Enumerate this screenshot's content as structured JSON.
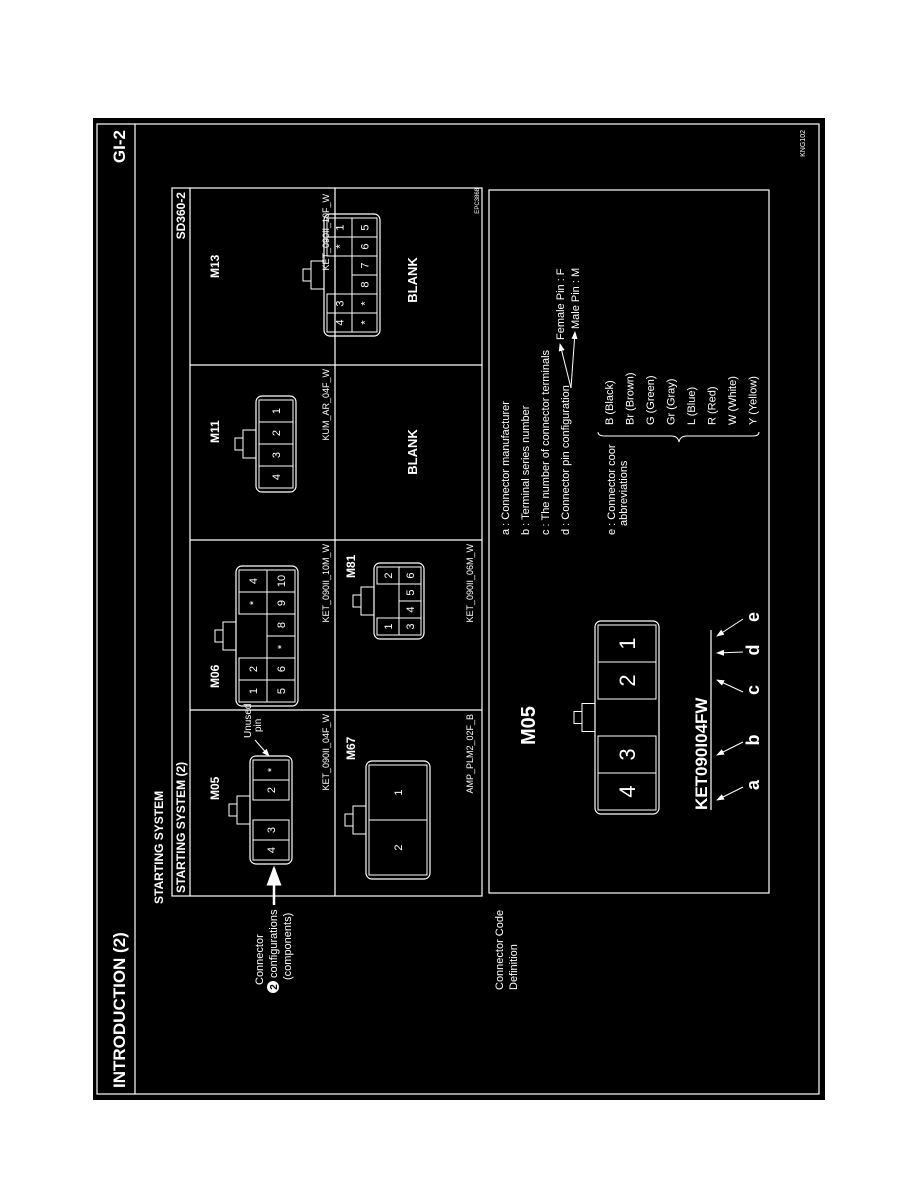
{
  "header": {
    "title": "INTRODUCTION (2)",
    "page": "GI-2",
    "code": "KNG102"
  },
  "section": {
    "system": "STARTING SYSTEM",
    "subsystem": "STARTING SYSTEM (2)",
    "diagram_id": "SD360-2",
    "figure_id": "EPC3868"
  },
  "callouts": {
    "configurations_number": "2",
    "configurations_lines": [
      "Connector",
      "configurations",
      "(components)"
    ],
    "unused_pin_lines": [
      "Unused",
      "pin"
    ],
    "code_definition_lines": [
      "Connector Code",
      "Definition"
    ]
  },
  "connectors": [
    {
      "id": "M05",
      "code": "KET_090II_04F_W",
      "pins": [
        "4",
        "3",
        "",
        "2",
        "*"
      ]
    },
    {
      "id": "M06",
      "code": "KET_090II_10M_W",
      "pins": [
        "1",
        "2",
        "",
        "",
        "*",
        "4",
        "5",
        "6",
        "*",
        "8",
        "9",
        "10"
      ]
    },
    {
      "id": "M11",
      "code": "KUM_AR_04F_W",
      "pins": [
        "4",
        "3",
        "2",
        "1"
      ]
    },
    {
      "id": "M13",
      "code": "KET_090II_10F_W",
      "pins": [
        "4",
        "3",
        "",
        "",
        "*",
        "1",
        "*",
        "*",
        "8",
        "7",
        "6",
        "5"
      ]
    },
    {
      "id": "M67",
      "code": "AMP_PLM2_02F_B",
      "pins": [
        "2",
        "1"
      ]
    },
    {
      "id": "M81",
      "code": "KET_090II_06M_W",
      "pins": [
        "1",
        "",
        "",
        "2",
        "3",
        "4",
        "5",
        "6"
      ]
    }
  ],
  "blank_label": "BLANK",
  "definition": {
    "example_id": "M05",
    "example_pins": [
      "4",
      "3",
      "",
      "2",
      "1"
    ],
    "code_parts": [
      "KET",
      "090",
      "I",
      "04",
      "F",
      "W"
    ],
    "letters": [
      "a",
      "b",
      "c",
      "d",
      "e"
    ],
    "items": [
      "a : Connector manufacturer",
      "b : Terminal series number",
      "c : The number of connector terminals",
      "d : Connector pin configuration"
    ],
    "female": "Female Pin : F",
    "male": "Male Pin : M",
    "color_lines": [
      "e : Connector coor",
      "abbreviations"
    ],
    "colors": [
      "B (Black)",
      "Br (Brown)",
      "G (Green)",
      "Gr (Gray)",
      "L (Blue)",
      "R (Red)",
      "W (White)",
      "Y (Yellow)"
    ]
  }
}
